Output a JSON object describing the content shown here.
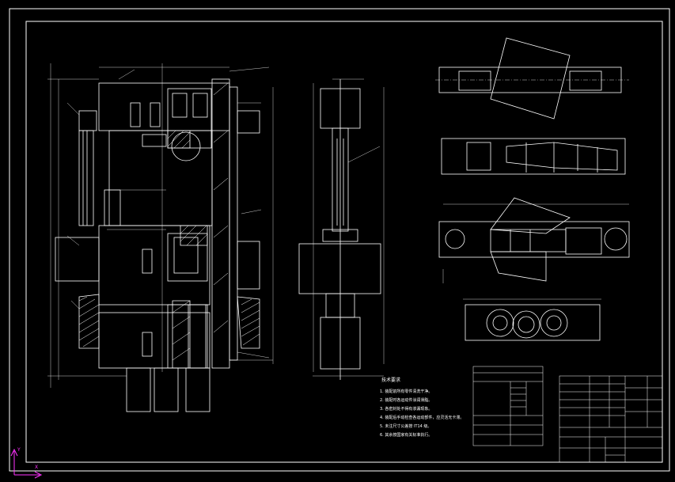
{
  "canvas": {
    "background": "#000000",
    "line_color": "#ffffff",
    "accent_color": "#ff33ff"
  },
  "ucs": {
    "x_label": "X",
    "y_label": "Y"
  },
  "technical_requirements": {
    "title": "技术要求",
    "lines": [
      "1. 装配前所有零件清洗干净。",
      "2. 装配时各运动件涂润滑脂。",
      "3. 各密封处不得有渗漏现象。",
      "4. 装配后手动检查各运动部件，应灵活无卡滞。",
      "5. 未注尺寸公差按 IT14 级。",
      "6. 其余按国家有关标准执行。"
    ]
  },
  "parts_table": {
    "rows": 9,
    "cols": 4
  },
  "title_block": {
    "rows": 8,
    "cols": 6
  }
}
